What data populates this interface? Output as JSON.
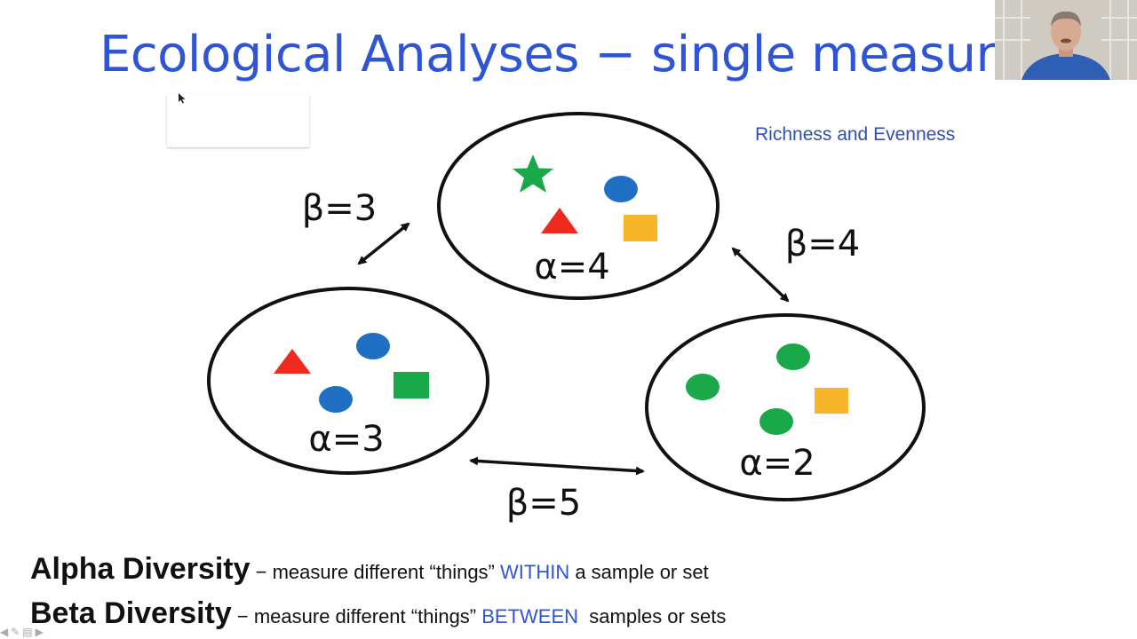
{
  "slide": {
    "title": "Ecological Analyses − single measur",
    "subtitle": "Richness and Evenness"
  },
  "diagram": {
    "samples": [
      {
        "id": "top",
        "alpha_label": "α=4",
        "species": [
          "green-star",
          "blue-circle",
          "red-triangle",
          "yellow-square"
        ]
      },
      {
        "id": "left",
        "alpha_label": "α=3",
        "species": [
          "red-triangle",
          "blue-circle",
          "blue-circle",
          "green-square"
        ]
      },
      {
        "id": "right",
        "alpha_label": "α=2",
        "species": [
          "green-circle",
          "green-circle",
          "green-circle",
          "yellow-square"
        ]
      }
    ],
    "beta_labels": {
      "top_left": "β=3",
      "top_right": "β=4",
      "left_right": "β=5"
    },
    "colors": {
      "red": "#f02a1e",
      "blue": "#1f6fc5",
      "green": "#1aa84a",
      "yellow": "#f7b52a",
      "title_blue": "#2f55d4"
    }
  },
  "definitions": {
    "alpha": {
      "term": "Alpha Diversity",
      "pre": " − measure different “things” ",
      "highlight": "WITHIN",
      "post": " a sample or set"
    },
    "beta": {
      "term": "Beta Diversity",
      "pre": " − measure different “things” ",
      "highlight": "BETWEEN",
      "post": "  samples or sets"
    }
  },
  "presenter": {
    "webcam": "presenter-webcam"
  },
  "nav_icons": [
    "back-arrow-icon",
    "pen-icon",
    "menu-icon",
    "forward-arrow-icon"
  ]
}
